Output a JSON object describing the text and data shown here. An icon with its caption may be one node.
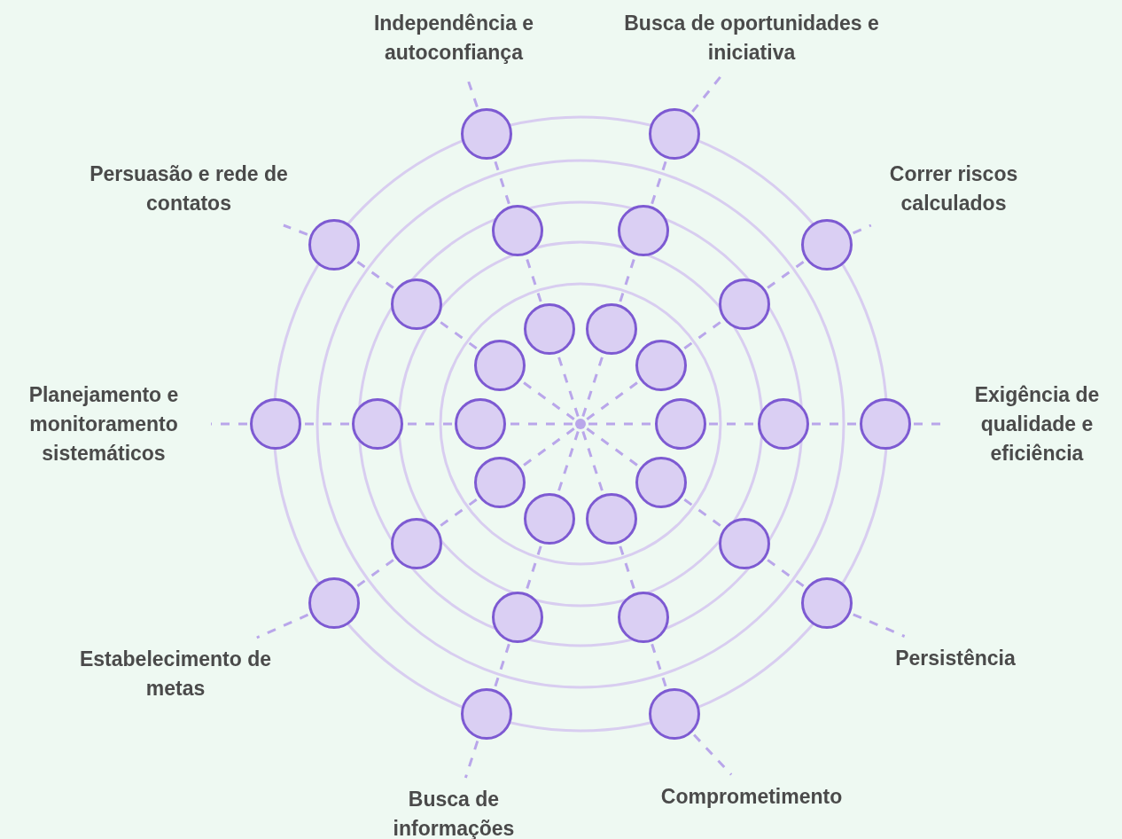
{
  "diagram": {
    "nodes": [
      {
        "text": [
          "Independência e autoconfiança"
        ]
      },
      {
        "text": [
          "Busca de oportunidades e iniciativa"
        ]
      },
      {
        "text": [
          "Persuasão e rede de contatos"
        ]
      },
      {
        "text": [
          "Correr riscos calculados"
        ]
      },
      {
        "text": [
          "Planejamento e monitoramento sistemáticos"
        ]
      },
      {
        "text": [
          "Exigência de qualidade e eficiência"
        ]
      },
      {
        "text": [
          "Estabelecimento de metas"
        ]
      },
      {
        "text": [
          "Persistência"
        ]
      },
      {
        "text": [
          "Busca de informações"
        ]
      },
      {
        "text": [
          "Comprometimento"
        ]
      },
      {
        "text": [],
        "shape": "circle"
      },
      {
        "text": [],
        "shape": "circle"
      },
      {
        "text": [],
        "shape": "circle"
      },
      {
        "text": [],
        "shape": "circle"
      },
      {
        "text": [],
        "shape": "circle"
      },
      {
        "text": [],
        "shape": "circle"
      },
      {
        "text": [],
        "shape": "circle"
      },
      {
        "text": [],
        "shape": "circle"
      },
      {
        "text": [],
        "shape": "circle"
      },
      {
        "text": [],
        "shape": "circle"
      },
      {
        "text": [],
        "shape": "circle"
      },
      {
        "text": [],
        "shape": "circle"
      },
      {
        "text": [],
        "shape": "circle"
      },
      {
        "text": [],
        "shape": "circle"
      },
      {
        "text": [],
        "shape": "circle"
      },
      {
        "text": [],
        "shape": "circle"
      },
      {
        "text": [],
        "shape": "circle"
      },
      {
        "text": [],
        "shape": "circle"
      },
      {
        "text": [],
        "shape": "circle"
      },
      {
        "text": [],
        "shape": "circle"
      },
      {
        "text": [],
        "shape": "circle"
      },
      {
        "text": [],
        "shape": "circle"
      },
      {
        "text": [],
        "shape": "circle"
      },
      {
        "text": [],
        "shape": "circle"
      },
      {
        "text": [],
        "shape": "circle"
      },
      {
        "text": [],
        "shape": "circle"
      },
      {
        "text": [],
        "shape": "circle"
      },
      {
        "text": [],
        "shape": "circle"
      },
      {
        "text": [],
        "shape": "circle"
      },
      {
        "text": [],
        "shape": "circle"
      },
      {
        "text": [],
        "shape": "circle"
      }
    ],
    "edges": [
      {
        "from": 10,
        "to": 11,
        "arrow": "none",
        "style": "dashed"
      },
      {
        "from": 11,
        "to": 12,
        "arrow": "none",
        "style": "dashed"
      },
      {
        "from": 12,
        "to": 13,
        "arrow": "none",
        "style": "dashed"
      },
      {
        "from": 13,
        "to": 0,
        "arrow": "none",
        "style": "dashed"
      },
      {
        "from": 10,
        "to": 14,
        "arrow": "none",
        "style": "dashed"
      },
      {
        "from": 14,
        "to": 15,
        "arrow": "none",
        "style": "dashed"
      },
      {
        "from": 15,
        "to": 16,
        "arrow": "none",
        "style": "dashed"
      },
      {
        "from": 16,
        "to": 1,
        "arrow": "none",
        "style": "dashed"
      },
      {
        "from": 10,
        "to": 17,
        "arrow": "none",
        "style": "dashed"
      },
      {
        "from": 17,
        "to": 18,
        "arrow": "none",
        "style": "dashed"
      },
      {
        "from": 18,
        "to": 19,
        "arrow": "none",
        "style": "dashed"
      },
      {
        "from": 19,
        "to": 2,
        "arrow": "none",
        "style": "dashed"
      },
      {
        "from": 10,
        "to": 20,
        "arrow": "none",
        "style": "dashed"
      },
      {
        "from": 20,
        "to": 21,
        "arrow": "none",
        "style": "dashed"
      },
      {
        "from": 21,
        "to": 22,
        "arrow": "none",
        "style": "dashed"
      },
      {
        "from": 22,
        "to": 3,
        "arrow": "none",
        "style": "dashed"
      },
      {
        "from": 10,
        "to": 23,
        "arrow": "none",
        "style": "dashed"
      },
      {
        "from": 23,
        "to": 24,
        "arrow": "none",
        "style": "dashed"
      },
      {
        "from": 24,
        "to": 25,
        "arrow": "none",
        "style": "dashed"
      },
      {
        "from": 25,
        "to": 4,
        "arrow": "none",
        "style": "dashed"
      },
      {
        "from": 10,
        "to": 26,
        "arrow": "none",
        "style": "dashed"
      },
      {
        "from": 26,
        "to": 27,
        "arrow": "none",
        "style": "dashed"
      },
      {
        "from": 27,
        "to": 28,
        "arrow": "none",
        "style": "dashed"
      },
      {
        "from": 28,
        "to": 5,
        "arrow": "none",
        "style": "dashed"
      },
      {
        "from": 10,
        "to": 29,
        "arrow": "none",
        "style": "dashed"
      },
      {
        "from": 29,
        "to": 30,
        "arrow": "none",
        "style": "dashed"
      },
      {
        "from": 30,
        "to": 31,
        "arrow": "none",
        "style": "dashed"
      },
      {
        "from": 31,
        "to": 6,
        "arrow": "none",
        "style": "dashed"
      },
      {
        "from": 10,
        "to": 32,
        "arrow": "none",
        "style": "dashed"
      },
      {
        "from": 32,
        "to": 33,
        "arrow": "none",
        "style": "dashed"
      },
      {
        "from": 33,
        "to": 34,
        "arrow": "none",
        "style": "dashed"
      },
      {
        "from": 34,
        "to": 7,
        "arrow": "none",
        "style": "dashed"
      },
      {
        "from": 10,
        "to": 35,
        "arrow": "none",
        "style": "dashed"
      },
      {
        "from": 35,
        "to": 36,
        "arrow": "none",
        "style": "dashed"
      },
      {
        "from": 36,
        "to": 37,
        "arrow": "none",
        "style": "dashed"
      },
      {
        "from": 37,
        "to": 8,
        "arrow": "none",
        "style": "dashed"
      },
      {
        "from": 10,
        "to": 38,
        "arrow": "none",
        "style": "dashed"
      },
      {
        "from": 38,
        "to": 39,
        "arrow": "none",
        "style": "dashed"
      },
      {
        "from": 39,
        "to": 40,
        "arrow": "none",
        "style": "dashed"
      },
      {
        "from": 40,
        "to": 9,
        "arrow": "none",
        "style": "dashed"
      }
    ]
  }
}
